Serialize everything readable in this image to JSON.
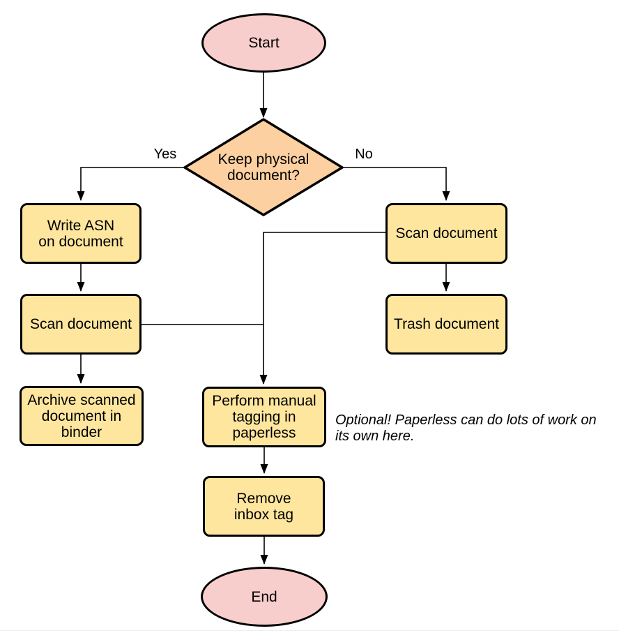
{
  "colors": {
    "canvas_bg": "#ffffff",
    "terminal_fill": "#f8cecc",
    "decision_fill": "#fcd0a0",
    "process_fill": "#ffe69e",
    "border_color": "#000000",
    "line_color": "#000000"
  },
  "nodes": {
    "start": {
      "label": "Start"
    },
    "decision": {
      "label": "Keep physical\ndocument?"
    },
    "write_asn": {
      "label": "Write ASN\non document"
    },
    "scan_left": {
      "label": "Scan document"
    },
    "archive": {
      "label": "Archive scanned\ndocument in\nbinder"
    },
    "scan_right": {
      "label": "Scan document"
    },
    "trash": {
      "label": "Trash document"
    },
    "tagging": {
      "label": "Perform manual\ntagging in\npaperless"
    },
    "remove_inbox": {
      "label": "Remove\ninbox tag"
    },
    "end": {
      "label": "End"
    }
  },
  "edge_labels": {
    "yes": "Yes",
    "no": "No"
  },
  "note": {
    "text": "Optional! Paperless can do lots of work on\nits own here."
  }
}
